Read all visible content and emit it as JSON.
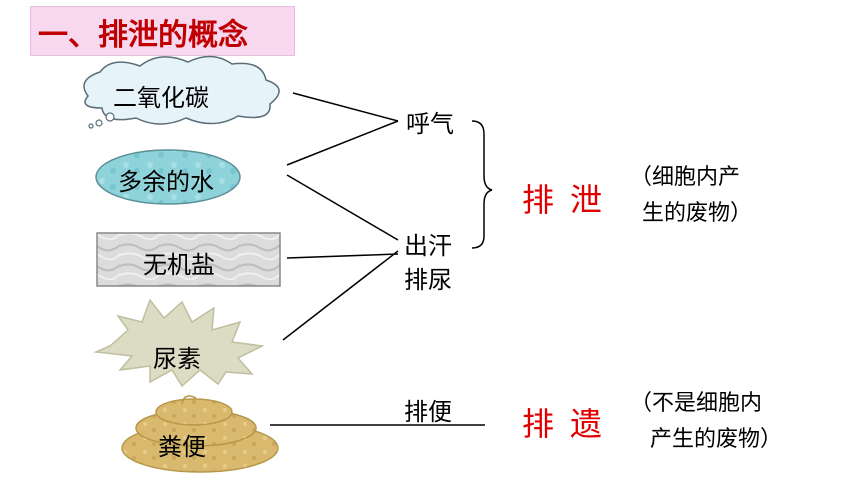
{
  "title": "一、排泄的概念",
  "nodes": {
    "co2": "二氧化碳",
    "water": "多余的水",
    "salt": "无机盐",
    "urea": "尿素",
    "feces": "粪便"
  },
  "processes": {
    "breathe": "呼气",
    "sweat": "出汗",
    "urine": "排尿",
    "defecate": "排便"
  },
  "results": {
    "excretion": "排泄",
    "egestion": "排遗"
  },
  "notes": {
    "excretion_line1": "（细胞内产",
    "excretion_line2": "生的废物）",
    "egestion_line1": "（不是细胞内",
    "egestion_line2": "产生的废物）"
  },
  "colors": {
    "title_bg": "#f7d8ef",
    "title_text": "#c00000",
    "result_text": "#e00000",
    "cloud_fill": "#e6f3f9",
    "water_fill": "#8fd3da",
    "salt_fill": "#d6d6d6",
    "urea_fill": "#dcdcc4",
    "feces_fill": "#d9b96e"
  }
}
